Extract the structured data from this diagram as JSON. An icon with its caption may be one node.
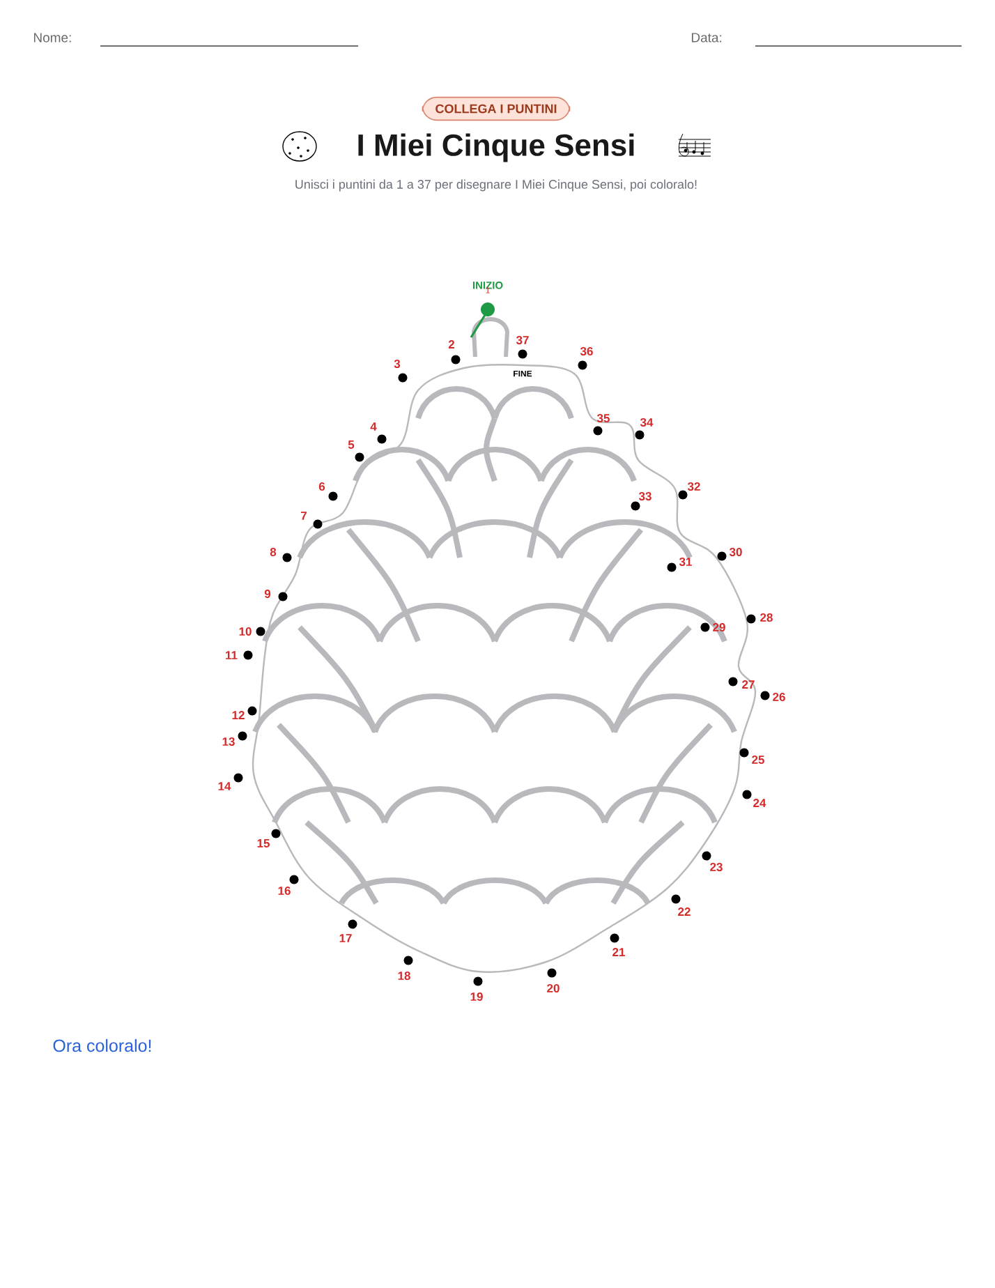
{
  "diagram": {
    "title": "I Miei Cinque Sensi",
    "nodes": [
      {
        "text": [
          "COLLEGA I PUNTINI"
        ]
      },
      {
        "text": [],
        "shape": "circle",
        "beside": [
          "INIZIO",
          "1"
        ]
      },
      {
        "text": [],
        "shape": "circle",
        "beside": [
          "2"
        ]
      },
      {
        "text": [],
        "shape": "circle",
        "beside": [
          "3"
        ]
      },
      {
        "text": [],
        "shape": "circle",
        "beside": [
          "4"
        ]
      },
      {
        "text": [],
        "shape": "circle",
        "beside": [
          "5"
        ]
      },
      {
        "text": [],
        "shape": "circle",
        "beside": [
          "6"
        ]
      },
      {
        "text": [],
        "shape": "circle",
        "beside": [
          "7"
        ]
      },
      {
        "text": [],
        "shape": "circle",
        "beside": [
          "8"
        ]
      },
      {
        "text": [],
        "shape": "circle",
        "beside": [
          "9"
        ]
      },
      {
        "text": [],
        "shape": "circle",
        "beside": [
          "10"
        ]
      },
      {
        "text": [],
        "shape": "circle",
        "beside": [
          "11"
        ]
      },
      {
        "text": [],
        "shape": "circle",
        "beside": [
          "12"
        ]
      },
      {
        "text": [],
        "shape": "circle",
        "beside": [
          "13"
        ]
      },
      {
        "text": [],
        "shape": "circle",
        "beside": [
          "14"
        ]
      },
      {
        "text": [],
        "shape": "circle",
        "beside": [
          "15"
        ]
      },
      {
        "text": [],
        "shape": "circle",
        "beside": [
          "16"
        ]
      },
      {
        "text": [],
        "shape": "circle",
        "beside": [
          "17"
        ]
      },
      {
        "text": [],
        "shape": "circle",
        "beside": [
          "18"
        ]
      },
      {
        "text": [],
        "shape": "circle",
        "beside": [
          "19"
        ]
      },
      {
        "text": [],
        "shape": "circle",
        "beside": [
          "20"
        ]
      },
      {
        "text": [],
        "shape": "circle",
        "beside": [
          "21"
        ]
      },
      {
        "text": [],
        "shape": "circle",
        "beside": [
          "22"
        ]
      },
      {
        "text": [],
        "shape": "circle",
        "beside": [
          "23"
        ]
      },
      {
        "text": [],
        "shape": "circle",
        "beside": [
          "24"
        ]
      },
      {
        "text": [],
        "shape": "circle",
        "beside": [
          "25"
        ]
      },
      {
        "text": [],
        "shape": "circle",
        "beside": [
          "26"
        ]
      },
      {
        "text": [],
        "shape": "circle",
        "beside": [
          "27"
        ]
      },
      {
        "text": [],
        "shape": "circle",
        "beside": [
          "28"
        ]
      },
      {
        "text": [],
        "shape": "circle",
        "beside": [
          "29"
        ]
      },
      {
        "text": [],
        "shape": "circle",
        "beside": [
          "30"
        ]
      },
      {
        "text": [],
        "shape": "circle",
        "beside": [
          "31"
        ]
      },
      {
        "text": [],
        "shape": "circle",
        "beside": [
          "32"
        ]
      },
      {
        "text": [],
        "shape": "circle",
        "beside": [
          "33"
        ]
      },
      {
        "text": [],
        "shape": "circle",
        "beside": [
          "34"
        ]
      },
      {
        "text": [],
        "shape": "circle",
        "beside": [
          "35"
        ]
      },
      {
        "text": [],
        "shape": "circle",
        "beside": [
          "36"
        ]
      },
      {
        "text": [],
        "shape": "circle",
        "beside": [
          "37",
          "FINE"
        ]
      }
    ],
    "labels": [
      "Nome:",
      "Data:",
      "Unisci i puntini da 1 a 37 per disegnare I Miei Cinque Sensi, poi coloralo!",
      "Ora coloralo!"
    ]
  }
}
